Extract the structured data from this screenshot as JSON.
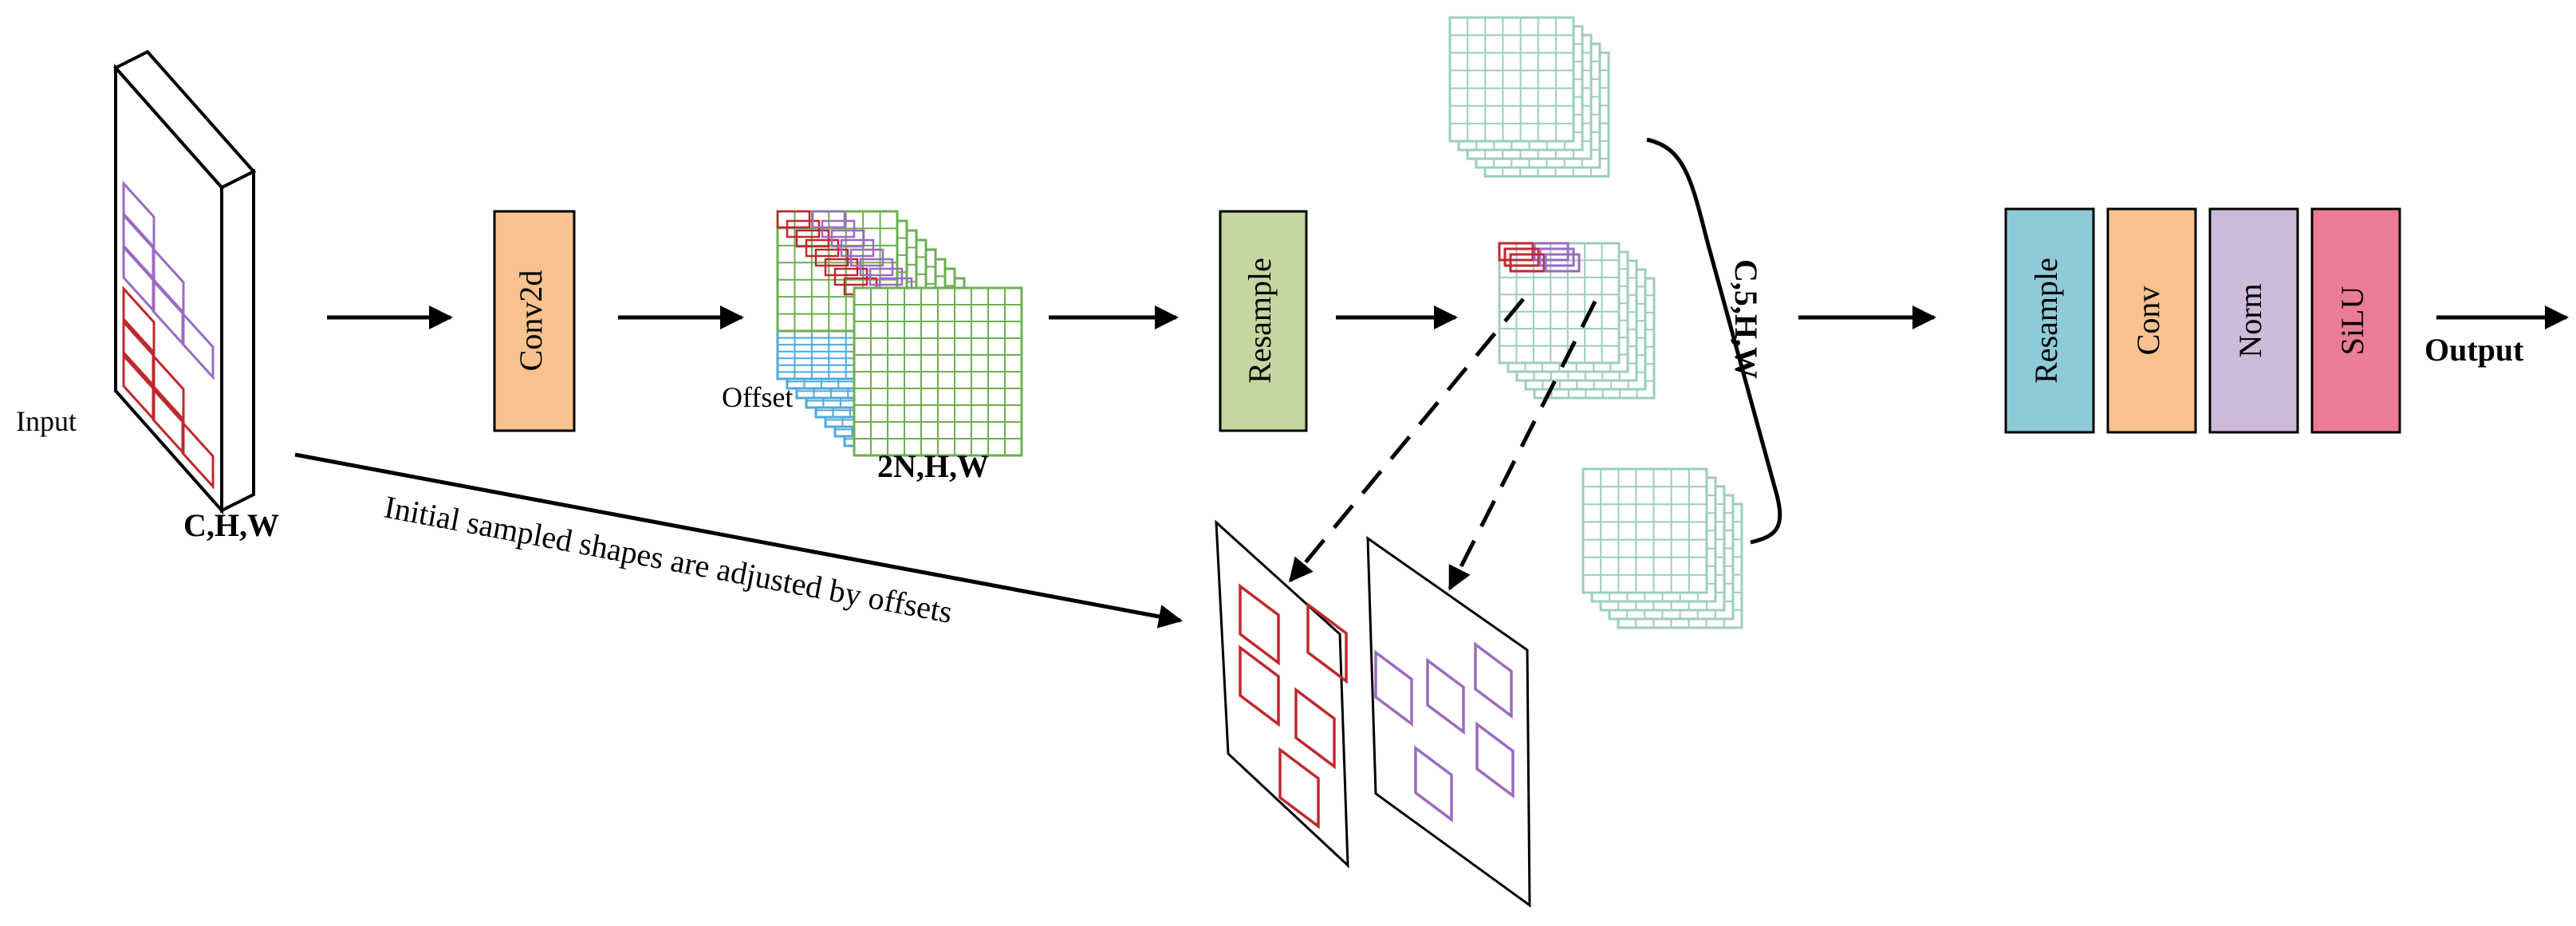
{
  "labels": {
    "input": "Input",
    "input_dims": "C,H,W",
    "conv2d": "Conv2d",
    "offset": "Offset",
    "offset_dims": "2N,H,W",
    "resample": "Resample",
    "stack_dims": "C,5,H,W",
    "resample2": "Resample",
    "conv": "Conv",
    "norm": "Norm",
    "silu": "SiLU",
    "output": "Output",
    "adjust_caption": "Initial sampled shapes are adjusted by offsets"
  },
  "colors": {
    "conv2d": "#F9C28F",
    "resample": "#C5D6A0",
    "resample2": "#8FCAD9",
    "conv": "#F9C28F",
    "norm": "#CDBBD9",
    "silu": "#EC7B96",
    "grid_green": "#6DAF50",
    "grid_teal": "#9CCDBF",
    "grid_blue": "#4FA9D9",
    "shape_red": "#C0282E",
    "shape_purple": "#9A6BC2"
  }
}
